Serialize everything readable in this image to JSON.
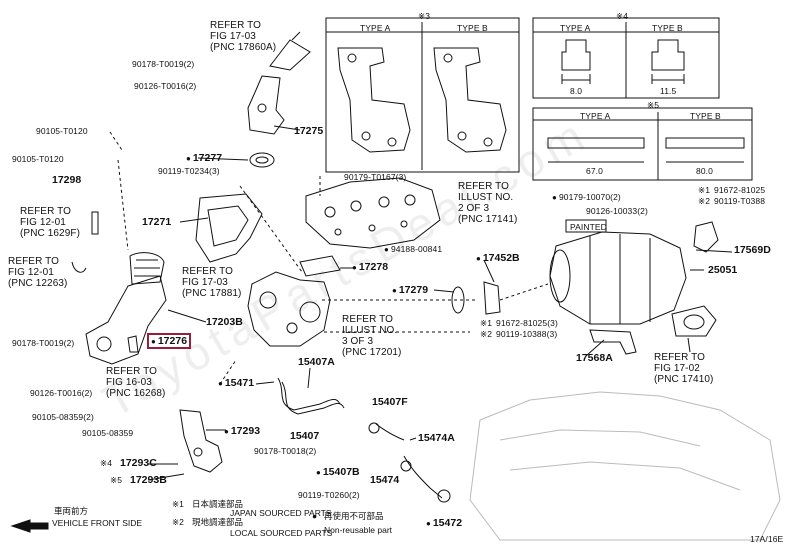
{
  "watermark": "ToyotaPartsDeal.com",
  "figure_id": "17A/16E",
  "vehicle_front": {
    "jp": "車両前方",
    "en": "VEHICLE FRONT SIDE"
  },
  "legend": {
    "a_mark": "※1",
    "a_jp": "日本調達部品",
    "a_en": "JAPAN SOURCED PARTS",
    "b_mark": "※2",
    "b_jp": "現地調達部品",
    "b_en": "LOCAL SOURCED PARTS",
    "c_mark": "●",
    "c_jp": "再使用不可部品",
    "c_en": "Non-reusable part"
  },
  "inset_bracket": {
    "mark": "※3",
    "type_a": "TYPE A",
    "type_b": "TYPE B"
  },
  "inset_nut": {
    "mark": "※4",
    "type_a": "TYPE A",
    "type_b": "TYPE B",
    "dim_a": "8.0",
    "dim_b": "11.5"
  },
  "inset_stud": {
    "mark": "※5",
    "type_a": "TYPE A",
    "type_b": "TYPE B",
    "dim_a": "67.0",
    "dim_b": "80.0"
  },
  "refers": [
    {
      "text": "REFER TO\nFIG 17-03\n(PNC 17860A)"
    },
    {
      "text": "REFER TO\nFIG 12-01\n(PNC 1629F)"
    },
    {
      "text": "REFER TO\nFIG 12-01\n(PNC 12263)"
    },
    {
      "text": "REFER TO\nFIG 17-03\n(PNC 17881)"
    },
    {
      "text": "REFER TO\nFIG 16-03\n(PNC 16268)"
    },
    {
      "text": "REFER TO\nILLUST NO.\n2 OF 3\n(PNC 17141)"
    },
    {
      "text": "REFER TO\nILLUST NO.\n3 OF 3\n(PNC 17201)"
    },
    {
      "text": "REFER TO\nFIG 17-02\n(PNC 17410)"
    }
  ],
  "parts": {
    "p17275": "17275",
    "p17277": "17277",
    "p17298": "17298",
    "p17271": "17271",
    "p17203B": "17203B",
    "p17276": "17276",
    "p17278": "17278",
    "p17279": "17279",
    "p17452B": "17452B",
    "p25051": "25051",
    "p17569D": "17569D",
    "p17568A": "17568A",
    "p15407A": "15407A",
    "p15471": "15471",
    "p15407F": "15407F",
    "p15407": "15407",
    "p15474A": "15474A",
    "p15407B": "15407B",
    "p15474": "15474",
    "p15472": "15472",
    "p17293": "17293",
    "p17293C": "17293C",
    "p17293B": "17293B",
    "painted": "PAINTED"
  },
  "bolts": {
    "b1": "90178-T0019(2)",
    "b2": "90126-T0016(2)",
    "b3": "90105-T0120",
    "b4": "90105-T0120",
    "b5": "90119-T0234(3)",
    "b6": "90179-T0167(3)",
    "b7": "94188-00841",
    "b8": "90179-10070(2)",
    "b9": "90126-10033(2)",
    "b10": "91672-81025",
    "b11": "90119-T0388",
    "b12": "91672-81025(3)",
    "b13": "90119-10388(3)",
    "b14": "90178-T0019(2)",
    "b15": "90126-T0016(2)",
    "b16": "90105-08359(2)",
    "b17": "90105-08359",
    "b18": "90178-T0018(2)",
    "b19": "90119-T0260(2)",
    "m1": "※1",
    "m2": "※2",
    "m4": "※4",
    "m5": "※5"
  }
}
